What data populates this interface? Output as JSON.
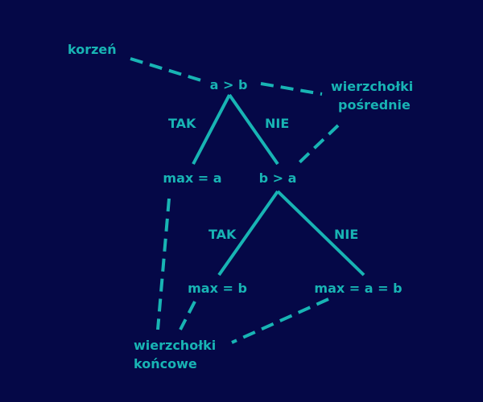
{
  "colors": {
    "background": "#050847",
    "accent": "#18b4b4"
  },
  "labels": {
    "root_annotation": "korzeń",
    "internal_annotation_line1": "wierzchołki",
    "internal_annotation_line2": "pośrednie",
    "leaf_annotation_line1": "wierzchołki",
    "leaf_annotation_line2": "końcowe"
  },
  "nodes": {
    "root": "a > b",
    "left_leaf": "max = a",
    "right_internal": "b > a",
    "lower_left_leaf": "max = b",
    "lower_right_leaf": "max = a = b"
  },
  "edges": {
    "root_yes": "TAK",
    "root_no": "NIE",
    "inner_yes": "TAK",
    "inner_no": "NIE"
  }
}
